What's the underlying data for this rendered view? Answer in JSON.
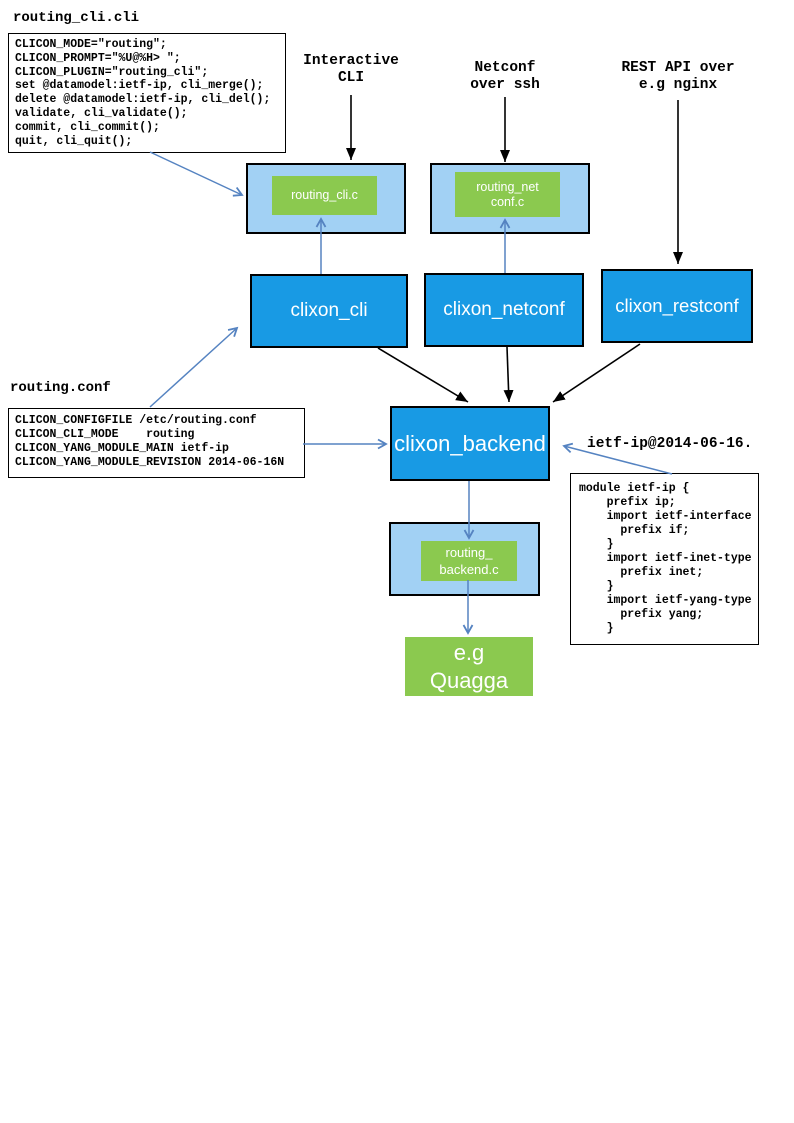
{
  "colors": {
    "node_blue": "#189ae4",
    "container_blue": "#a2d1f4",
    "plugin_green": "#8bc94f",
    "arrow_blue": "#5583c1",
    "arrow_black": "#000000"
  },
  "cli_file": {
    "title": "routing_cli.cli",
    "code": [
      "CLICON_MODE=\"routing\";",
      "CLICON_PROMPT=\"%U@%H> \";",
      "CLICON_PLUGIN=\"routing_cli\";",
      "set @datamodel:ietf-ip, cli_merge();",
      "delete @datamodel:ietf-ip, cli_del();",
      "validate, cli_validate();",
      "commit, cli_commit();",
      "quit, cli_quit();"
    ]
  },
  "conf_file": {
    "title": "routing.conf",
    "code": [
      "CLICON_CONFIGFILE /etc/routing.conf",
      "CLICON_CLI_MODE    routing",
      "CLICON_YANG_MODULE_MAIN ietf-ip",
      "CLICON_YANG_MODULE_REVISION 2014-06-16N"
    ]
  },
  "yang_module": {
    "label": "ietf-ip@2014-06-16.",
    "code": [
      "module ietf-ip {",
      "    prefix ip;",
      "    import ietf-interface",
      "      prefix if;",
      "    }",
      "    import ietf-inet-type",
      "      prefix inet;",
      "    }",
      "    import ietf-yang-type",
      "      prefix yang;",
      "    }"
    ]
  },
  "protocol_labels": {
    "interactive_cli": "Interactive\nCLI",
    "netconf_ssh": "Netconf\nover ssh",
    "rest_api": "REST API over\ne.g nginx"
  },
  "nodes": {
    "plugin_cli": "routing_cli.c",
    "plugin_netconf": "routing_net\nconf.c",
    "plugin_backend": "routing_\nbackend.c",
    "clixon_cli": "clixon_cli",
    "clixon_netconf": "clixon_netconf",
    "clixon_restconf": "clixon_restconf",
    "clixon_backend": "clixon_backend",
    "external_router": "e.g\nQuagga"
  }
}
